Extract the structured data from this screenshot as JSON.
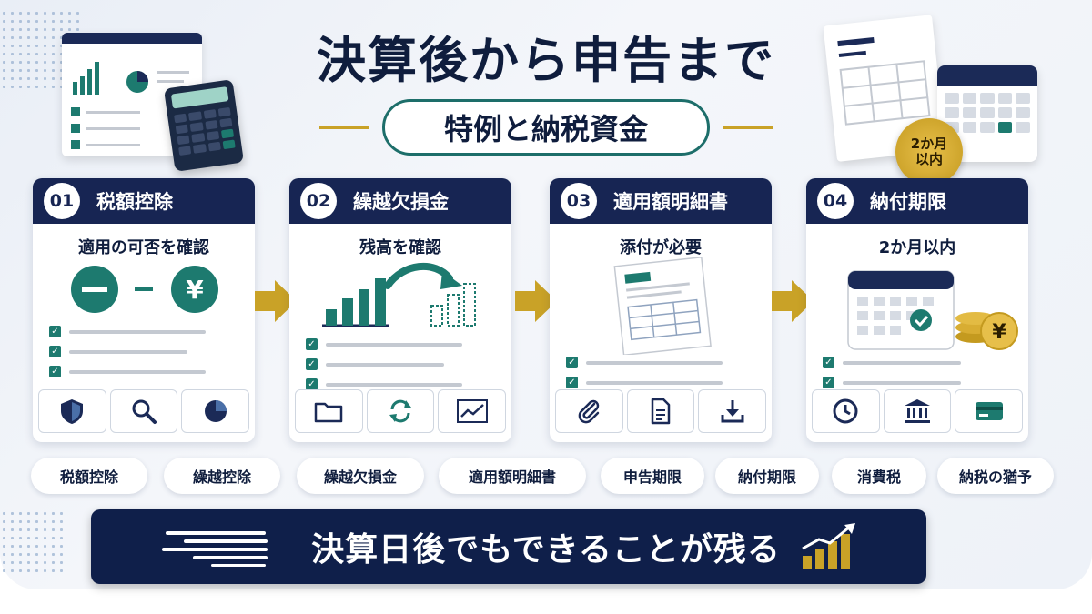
{
  "title": "決算後から申告まで",
  "subtitle": "特例と納税資金",
  "seal": {
    "line1": "2か月",
    "line2": "以内"
  },
  "cards": [
    {
      "number": "01",
      "title": "税額控除",
      "subtitle": "適用の可否を確認",
      "icons": [
        "shield-icon",
        "magnifier-icon",
        "pie-chart-icon"
      ]
    },
    {
      "number": "02",
      "title": "繰越欠損金",
      "subtitle": "残高を確認",
      "icons": [
        "folder-icon",
        "refresh-icon",
        "line-chart-icon"
      ]
    },
    {
      "number": "03",
      "title": "適用額明細書",
      "subtitle": "添付が必要",
      "icons": [
        "paperclip-icon",
        "document-icon",
        "download-icon"
      ]
    },
    {
      "number": "04",
      "title": "納付期限",
      "subtitle": "2か月以内",
      "icons": [
        "clock-icon",
        "bank-icon",
        "card-icon"
      ]
    }
  ],
  "tags": [
    "税額控除",
    "繰越控除",
    "繰越欠損金",
    "適用額明細書",
    "申告期限",
    "納付期限",
    "消費税",
    "納税の猶予"
  ],
  "banner": "決算日後でもできることが残る",
  "colors": {
    "navy": "#172553",
    "teal": "#1d7a6f",
    "gold": "#c9a227"
  }
}
